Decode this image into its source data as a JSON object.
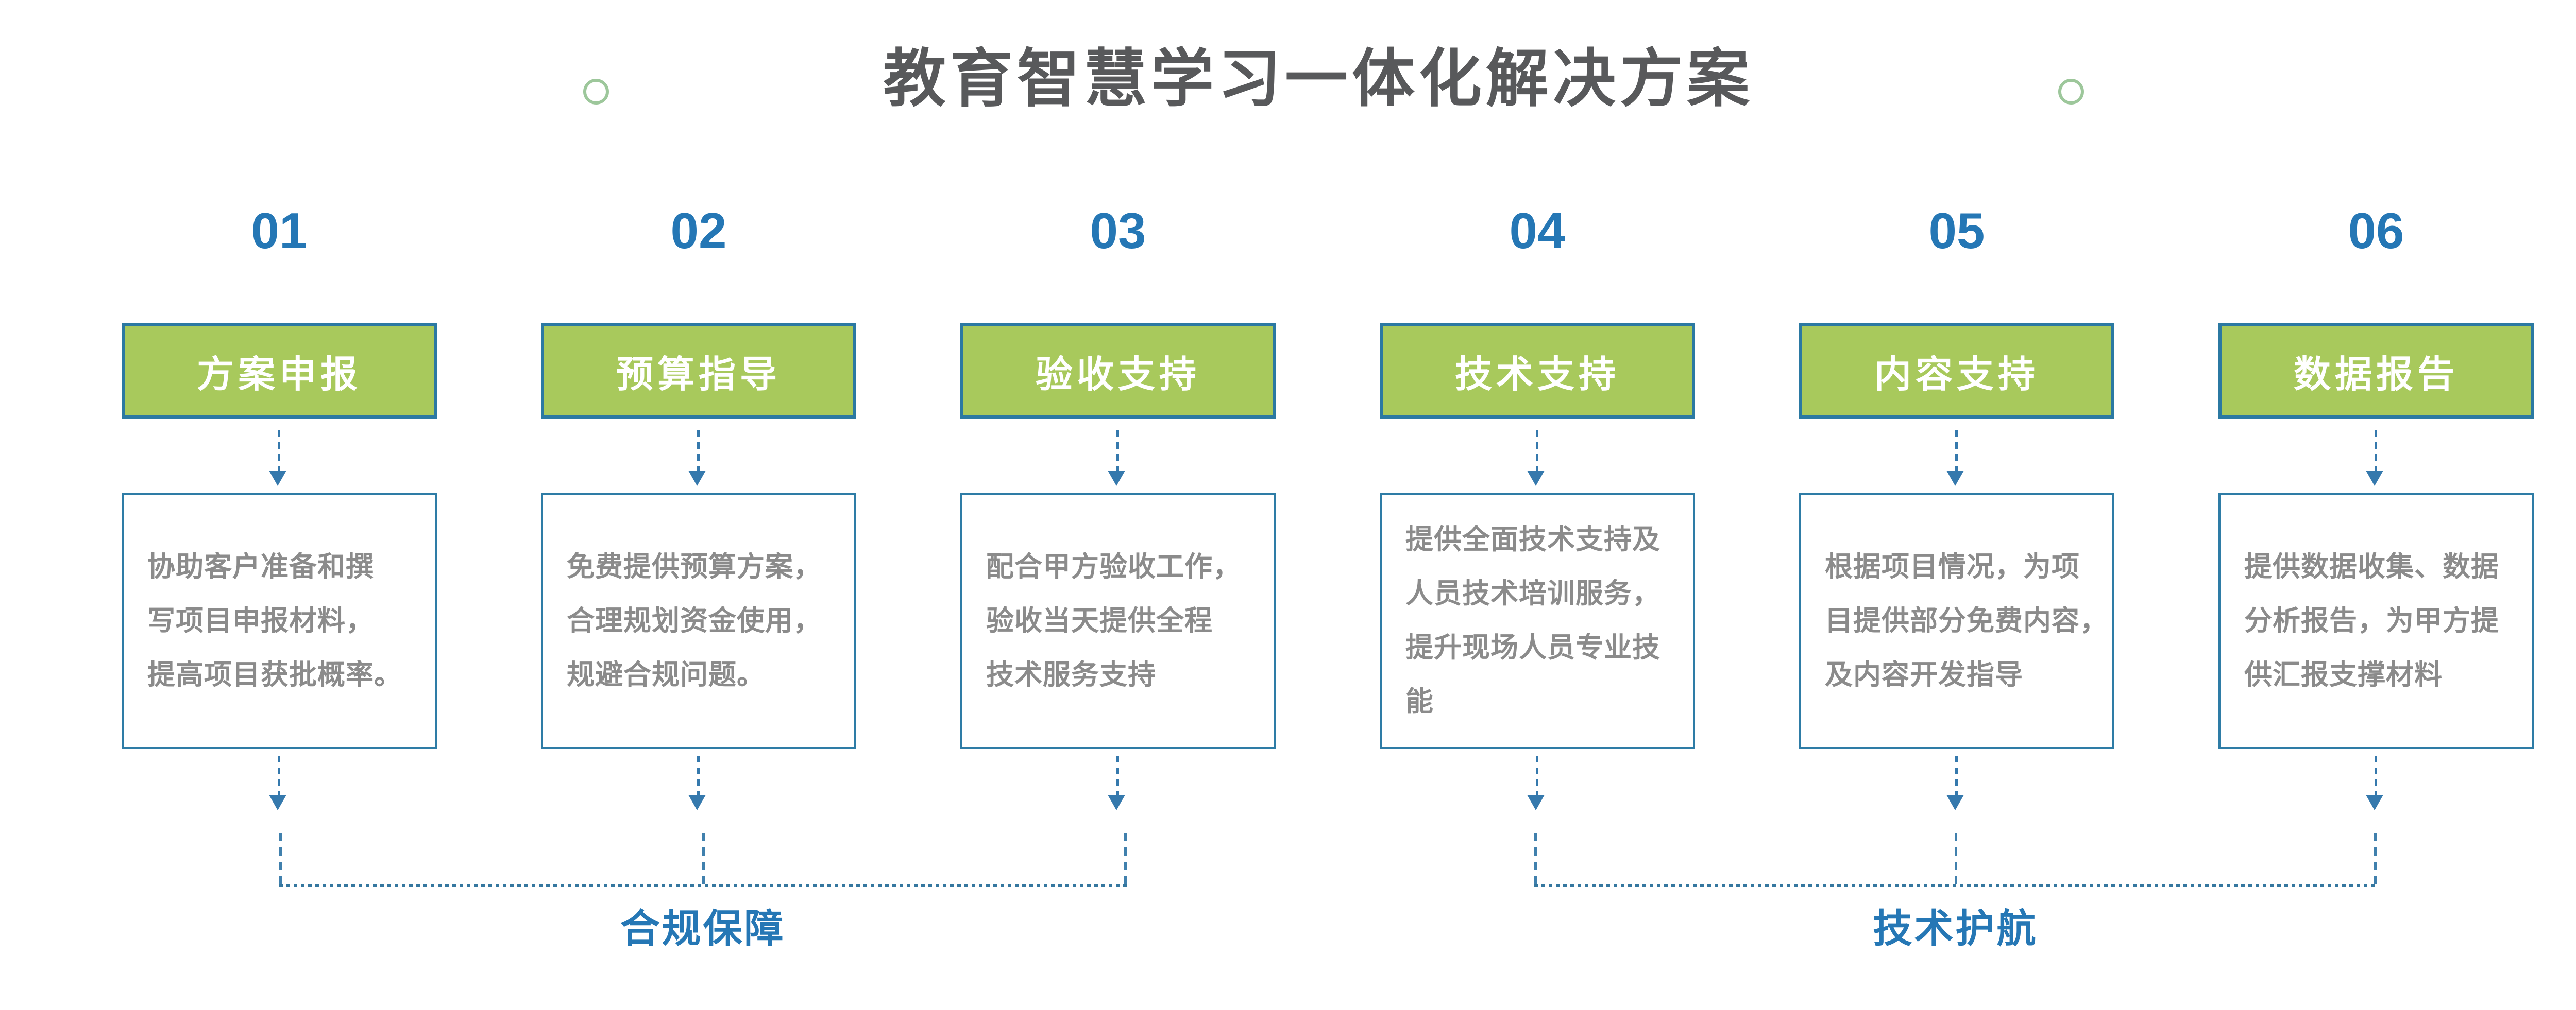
{
  "title": "教育智慧学习一体化解决方案",
  "columns": [
    {
      "number": "01",
      "label": "方案申报",
      "description": "协助客户准备和撰\n写项目申报材料，\n提高项目获批概率。"
    },
    {
      "number": "02",
      "label": "预算指导",
      "description": "免费提供预算方案，\n合理规划资金使用，\n规避合规问题。"
    },
    {
      "number": "03",
      "label": "验收支持",
      "description": "配合甲方验收工作，\n验收当天提供全程\n技术服务支持"
    },
    {
      "number": "04",
      "label": "技术支持",
      "description": "提供全面技术支持及\n人员技术培训服务，\n提升现场人员专业技\n能"
    },
    {
      "number": "05",
      "label": "内容支持",
      "description": "根据项目情况，为项\n目提供部分免费内容，\n及内容开发指导"
    },
    {
      "number": "06",
      "label": "数据报告",
      "description": "提供数据收集、数据\n分析报告，为甲方提\n供汇报支撑材料"
    }
  ],
  "groups": [
    {
      "label": "合规保障"
    },
    {
      "label": "技术护航"
    }
  ],
  "icons": {
    "left_decor": "ring-icon",
    "right_decor": "ring-icon"
  },
  "colors": {
    "accent_blue": "#2577b5",
    "box_border_blue": "#2e7ca6",
    "header_green": "#a8c95c",
    "arrow_blue": "#3579ad",
    "description_gray": "#8b8b8b",
    "title_gray": "#58595b",
    "ring_green": "#9dc79b"
  }
}
